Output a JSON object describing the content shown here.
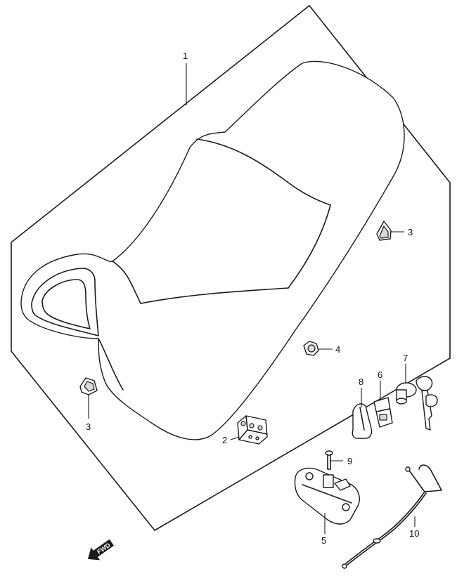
{
  "diagram": {
    "colors": {
      "line": "#1a1a1a",
      "background": "#ffffff",
      "shade": "#d9d9d9"
    },
    "callouts": [
      {
        "id": "c1",
        "label": "1"
      },
      {
        "id": "c2",
        "label": "2"
      },
      {
        "id": "c3a",
        "label": "3"
      },
      {
        "id": "c3b",
        "label": "3"
      },
      {
        "id": "c4",
        "label": "4"
      },
      {
        "id": "c5",
        "label": "5"
      },
      {
        "id": "c6",
        "label": "6"
      },
      {
        "id": "c7",
        "label": "7"
      },
      {
        "id": "c8",
        "label": "8"
      },
      {
        "id": "c9",
        "label": "9"
      },
      {
        "id": "c10",
        "label": "10"
      }
    ],
    "fwd_label": "FWD",
    "icons": [
      "fwd-arrow-icon"
    ]
  }
}
